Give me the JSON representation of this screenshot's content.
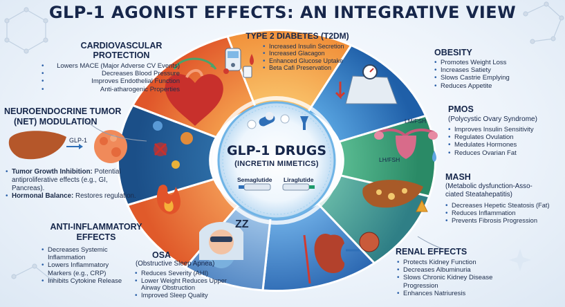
{
  "title": "GLP-1 AGONIST EFFECTS: AN INTEGRATIVE VIEW",
  "center": {
    "title": "GLP-1 DRUGS",
    "subtitle": "(INCRETIN MIMETICS)",
    "drug1": "Semaglutide",
    "drug2": "Liraglutide"
  },
  "cardio": {
    "title_line1": "CARDIOVASCULAR",
    "title_line2": "PROTECTION",
    "items": [
      "Lowers MACE (Major Adverse CV Events)",
      "Decreases Blood Pressure",
      "Improves Endothelial Function",
      "Anti-atharogenic Properties"
    ]
  },
  "t2dm": {
    "title": "TYPE 2 DIABETES (T2DM)",
    "items": [
      "Increased Insulin Secretion",
      "Increased Glacagon",
      "Enhanced Glucose Uptake",
      "Beta Cafi Preservation"
    ]
  },
  "obesity": {
    "title": "OBESITY",
    "items": [
      "Promotes Weight Loss",
      "Increases Satiety",
      "Slows Castrie Emplying",
      "Reduces Appetite"
    ]
  },
  "net": {
    "title_line1": "NEUROENDOCRINE TUMOR",
    "title_line2": "(NET) MODULATION",
    "label": "GLP-1",
    "item1_bold": "Tumor Growth Inhibition:",
    "item1_rest": " Potential antiproliferative effects (e.g., GI, Pancreas).",
    "item2_bold": "Hormonal Balance:",
    "item2_rest": " Restores regulation."
  },
  "pmos": {
    "title": "PMOS",
    "subtitle": "(Polycystic Ovary Syndrome)",
    "label1": "LM/FSH",
    "label2": "LH/FSH",
    "items": [
      "Improves Insulin Sensitivity",
      "Regulates Ovulation",
      "Medulates Hormones",
      "Reduces Ovarian Fat"
    ]
  },
  "mash": {
    "title": "MASH",
    "subtitle_line1": "(Metabolic dysfunction-Asso-",
    "subtitle_line2": "ciated Steatahepatitis)",
    "items": [
      "Decreases Hepetic Steatosis (Fat)",
      "Reduces Inflammation",
      "Prevents Fibrosis Progression"
    ]
  },
  "anti": {
    "title_line1": "ANTI-INFLAMMATORY",
    "title_line2": "EFFECTS",
    "items": [
      "Decreases Systemic Inflammation",
      "Lowers Inflammatory Markers (e.g., CRP)",
      "Inhibits Cytokine Release"
    ]
  },
  "osa": {
    "title": "OSA",
    "subtitle": "(Obstructive Sleep Apnea)",
    "zz": "ZZ",
    "items": [
      "Reduces Severity (AHI)",
      "Lower Weight Reduces Upper Airway Obstruction",
      "Improved Sleep Quality"
    ]
  },
  "renal": {
    "title": "RENAL EFFECTS",
    "items": [
      "Protects Kidney Function",
      "Decreases Albuminuria",
      "Slows Chronic Kidney Disease Progression",
      "Enhances Natriuresis"
    ]
  },
  "colors": {
    "orange": "#f07e3a",
    "blue": "#2f7fc4",
    "green": "#45a676",
    "teal": "#3a9aa8",
    "navy": "#1b2b48"
  }
}
